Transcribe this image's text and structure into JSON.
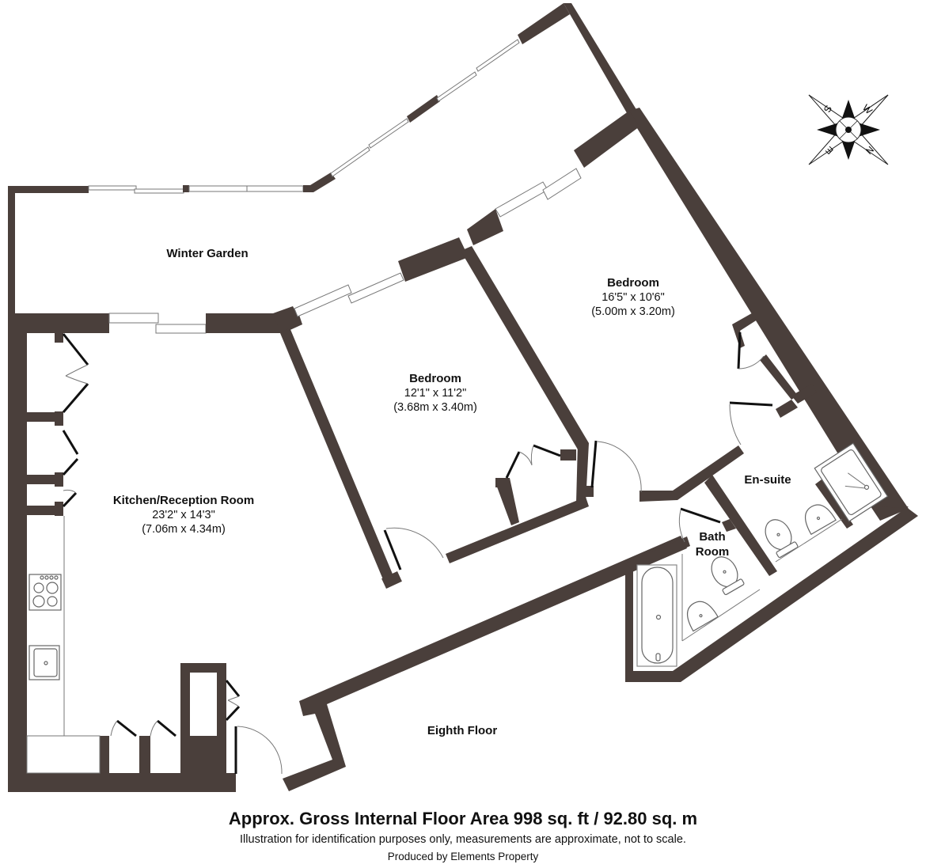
{
  "plan": {
    "floor_label": "Eighth Floor",
    "wall_color": "#4a3f3b",
    "rooms": [
      {
        "name": "Winter Garden",
        "dim_imperial": "",
        "dim_metric": ""
      },
      {
        "name": "Bedroom",
        "dim_imperial": "16'5\" x 10'6\"",
        "dim_metric": "(5.00m x 3.20m)"
      },
      {
        "name": "Bedroom",
        "dim_imperial": "12'1\" x 11'2\"",
        "dim_metric": "(3.68m x 3.40m)"
      },
      {
        "name": "Kitchen/Reception Room",
        "dim_imperial": "23'2\" x 14'3\"",
        "dim_metric": "(7.06m x 4.34m)"
      },
      {
        "name": "En-suite",
        "dim_imperial": "",
        "dim_metric": ""
      },
      {
        "name": "Bath",
        "name_line2": "Room",
        "dim_imperial": "",
        "dim_metric": ""
      }
    ]
  },
  "compass": {
    "icon": "compass-rose-icon",
    "labels": {
      "s": "S",
      "w": "W",
      "e": "E",
      "n": "N"
    }
  },
  "footer": {
    "title": "Approx. Gross Internal Floor Area 998 sq. ft / 92.80 sq. m",
    "note": "Illustration for identification purposes only, measurements are approximate, not to scale.",
    "credit": "Produced by Elements Property"
  }
}
